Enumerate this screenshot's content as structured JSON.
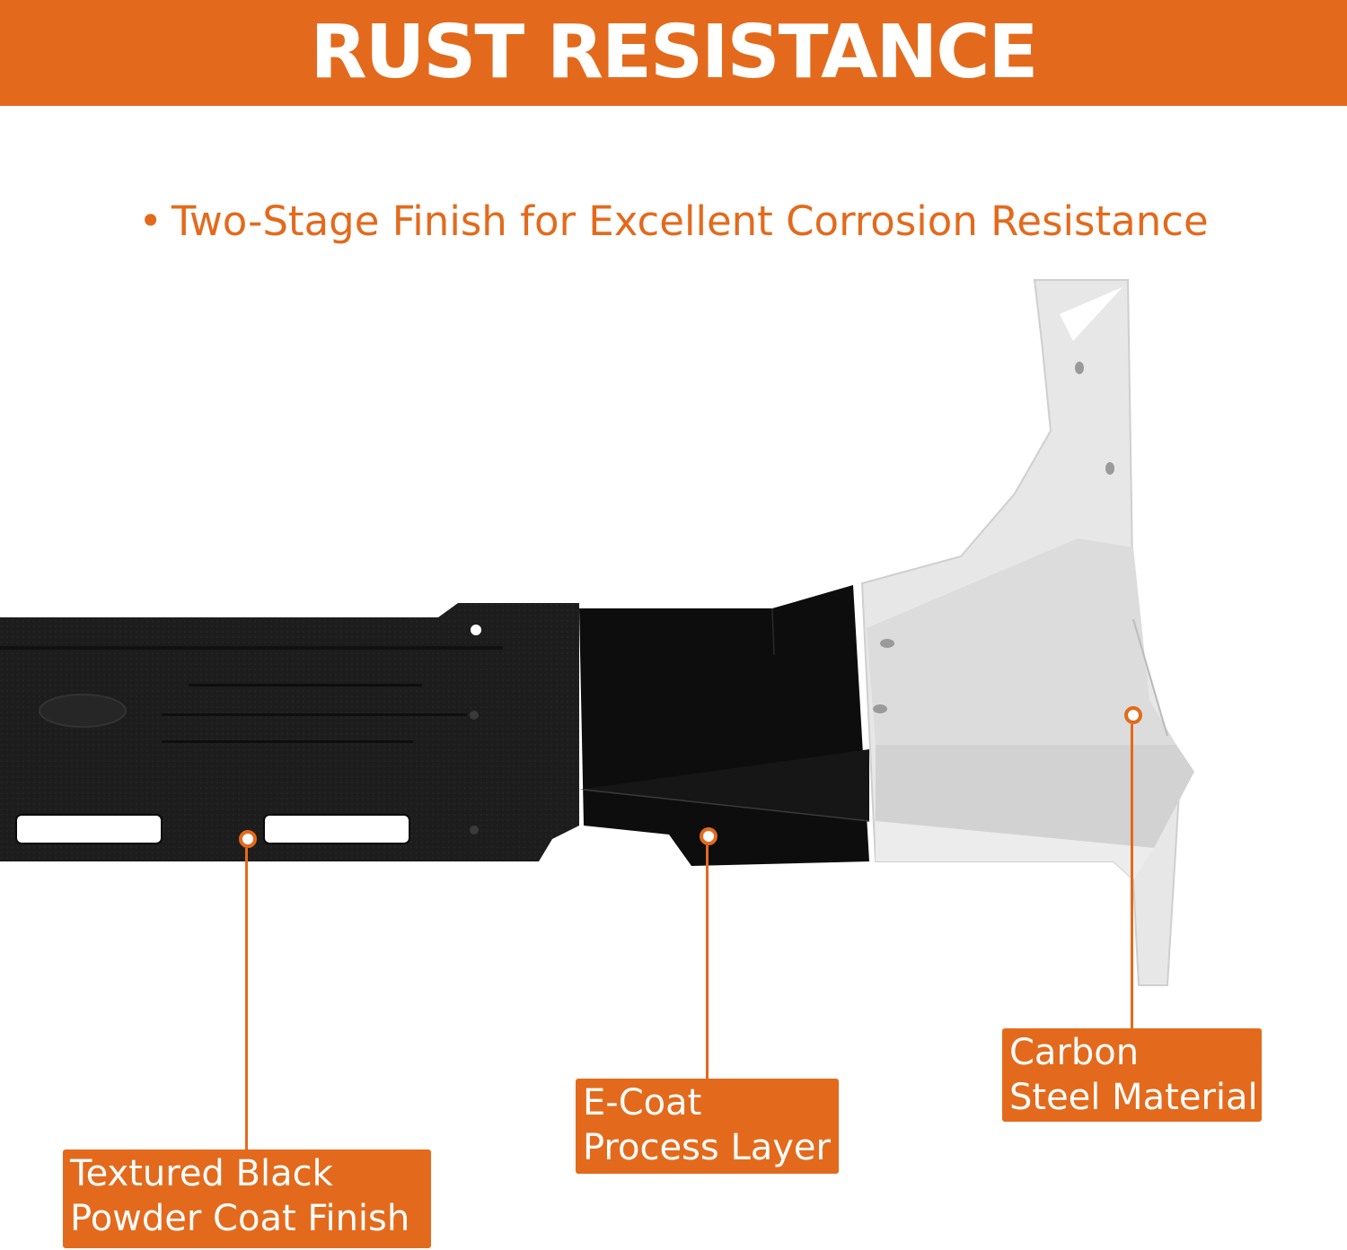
{
  "banner": {
    "title": "RUST RESISTANCE",
    "background": "#e36a1c"
  },
  "subtitle": {
    "bullet": "•",
    "text": "Two-Stage Finish for Excellent Corrosion Resistance"
  },
  "callouts": [
    {
      "line1": "Textured Black",
      "line2": "Powder Coat Finish"
    },
    {
      "line1": "E-Coat",
      "line2": "Process Layer"
    },
    {
      "line1": "Carbon",
      "line2": "Steel Material"
    }
  ],
  "colors": {
    "accent": "#e36a1c",
    "powder_coat": "#1c1c1c",
    "e_coat": "#0c0c0c",
    "steel": "#e6e6e6"
  }
}
